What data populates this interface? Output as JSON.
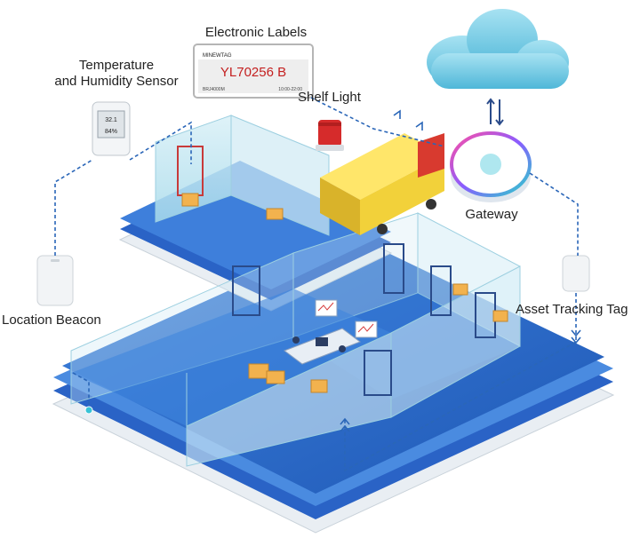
{
  "labels": {
    "electronic_labels": "Electronic Labels",
    "temperature_sensor_line1": "Temperature",
    "temperature_sensor_line2": "and Humidity Sensor",
    "shelf_light": "Shelf Light",
    "gateway": "Gateway",
    "location_beacon": "Location Beacon",
    "asset_tracking_tag": "Asset Tracking Tag"
  },
  "esl_display": {
    "brand": "MINEWTAG",
    "code": "YL70256 B",
    "footer_left": "BRJ4000M",
    "footer_right": "10:00-22:00"
  },
  "sensor_display": {
    "temperature": "32.1",
    "humidity": "84%"
  },
  "colors": {
    "floor_blue": "#2f6fd0",
    "floor_blue_dark": "#1f55b0",
    "wall_glass": "#bfe3f0",
    "link_dash": "#2a66b8",
    "cloud": "#7fd0e6",
    "truck": "#f2d13a",
    "esl_red": "#c42020"
  }
}
